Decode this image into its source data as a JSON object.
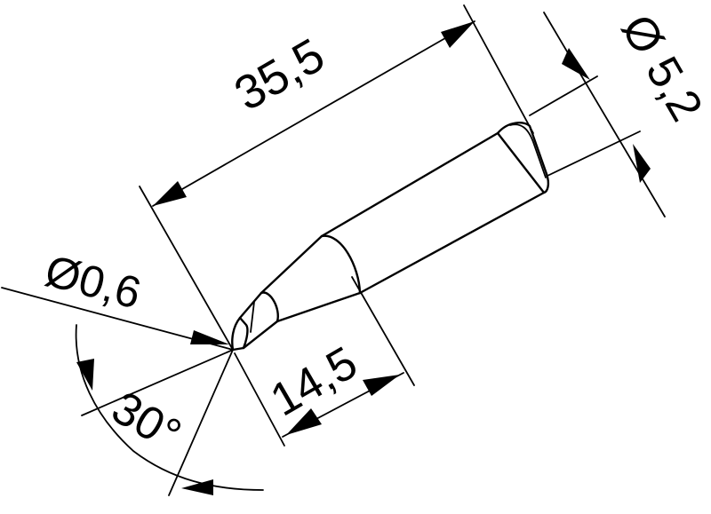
{
  "dimensions": {
    "overall_length": "35,5",
    "shank_diameter": "Ø 5,2",
    "tip_diameter": "Ø0,6",
    "bend_length": "14,5",
    "angle": "30°"
  }
}
